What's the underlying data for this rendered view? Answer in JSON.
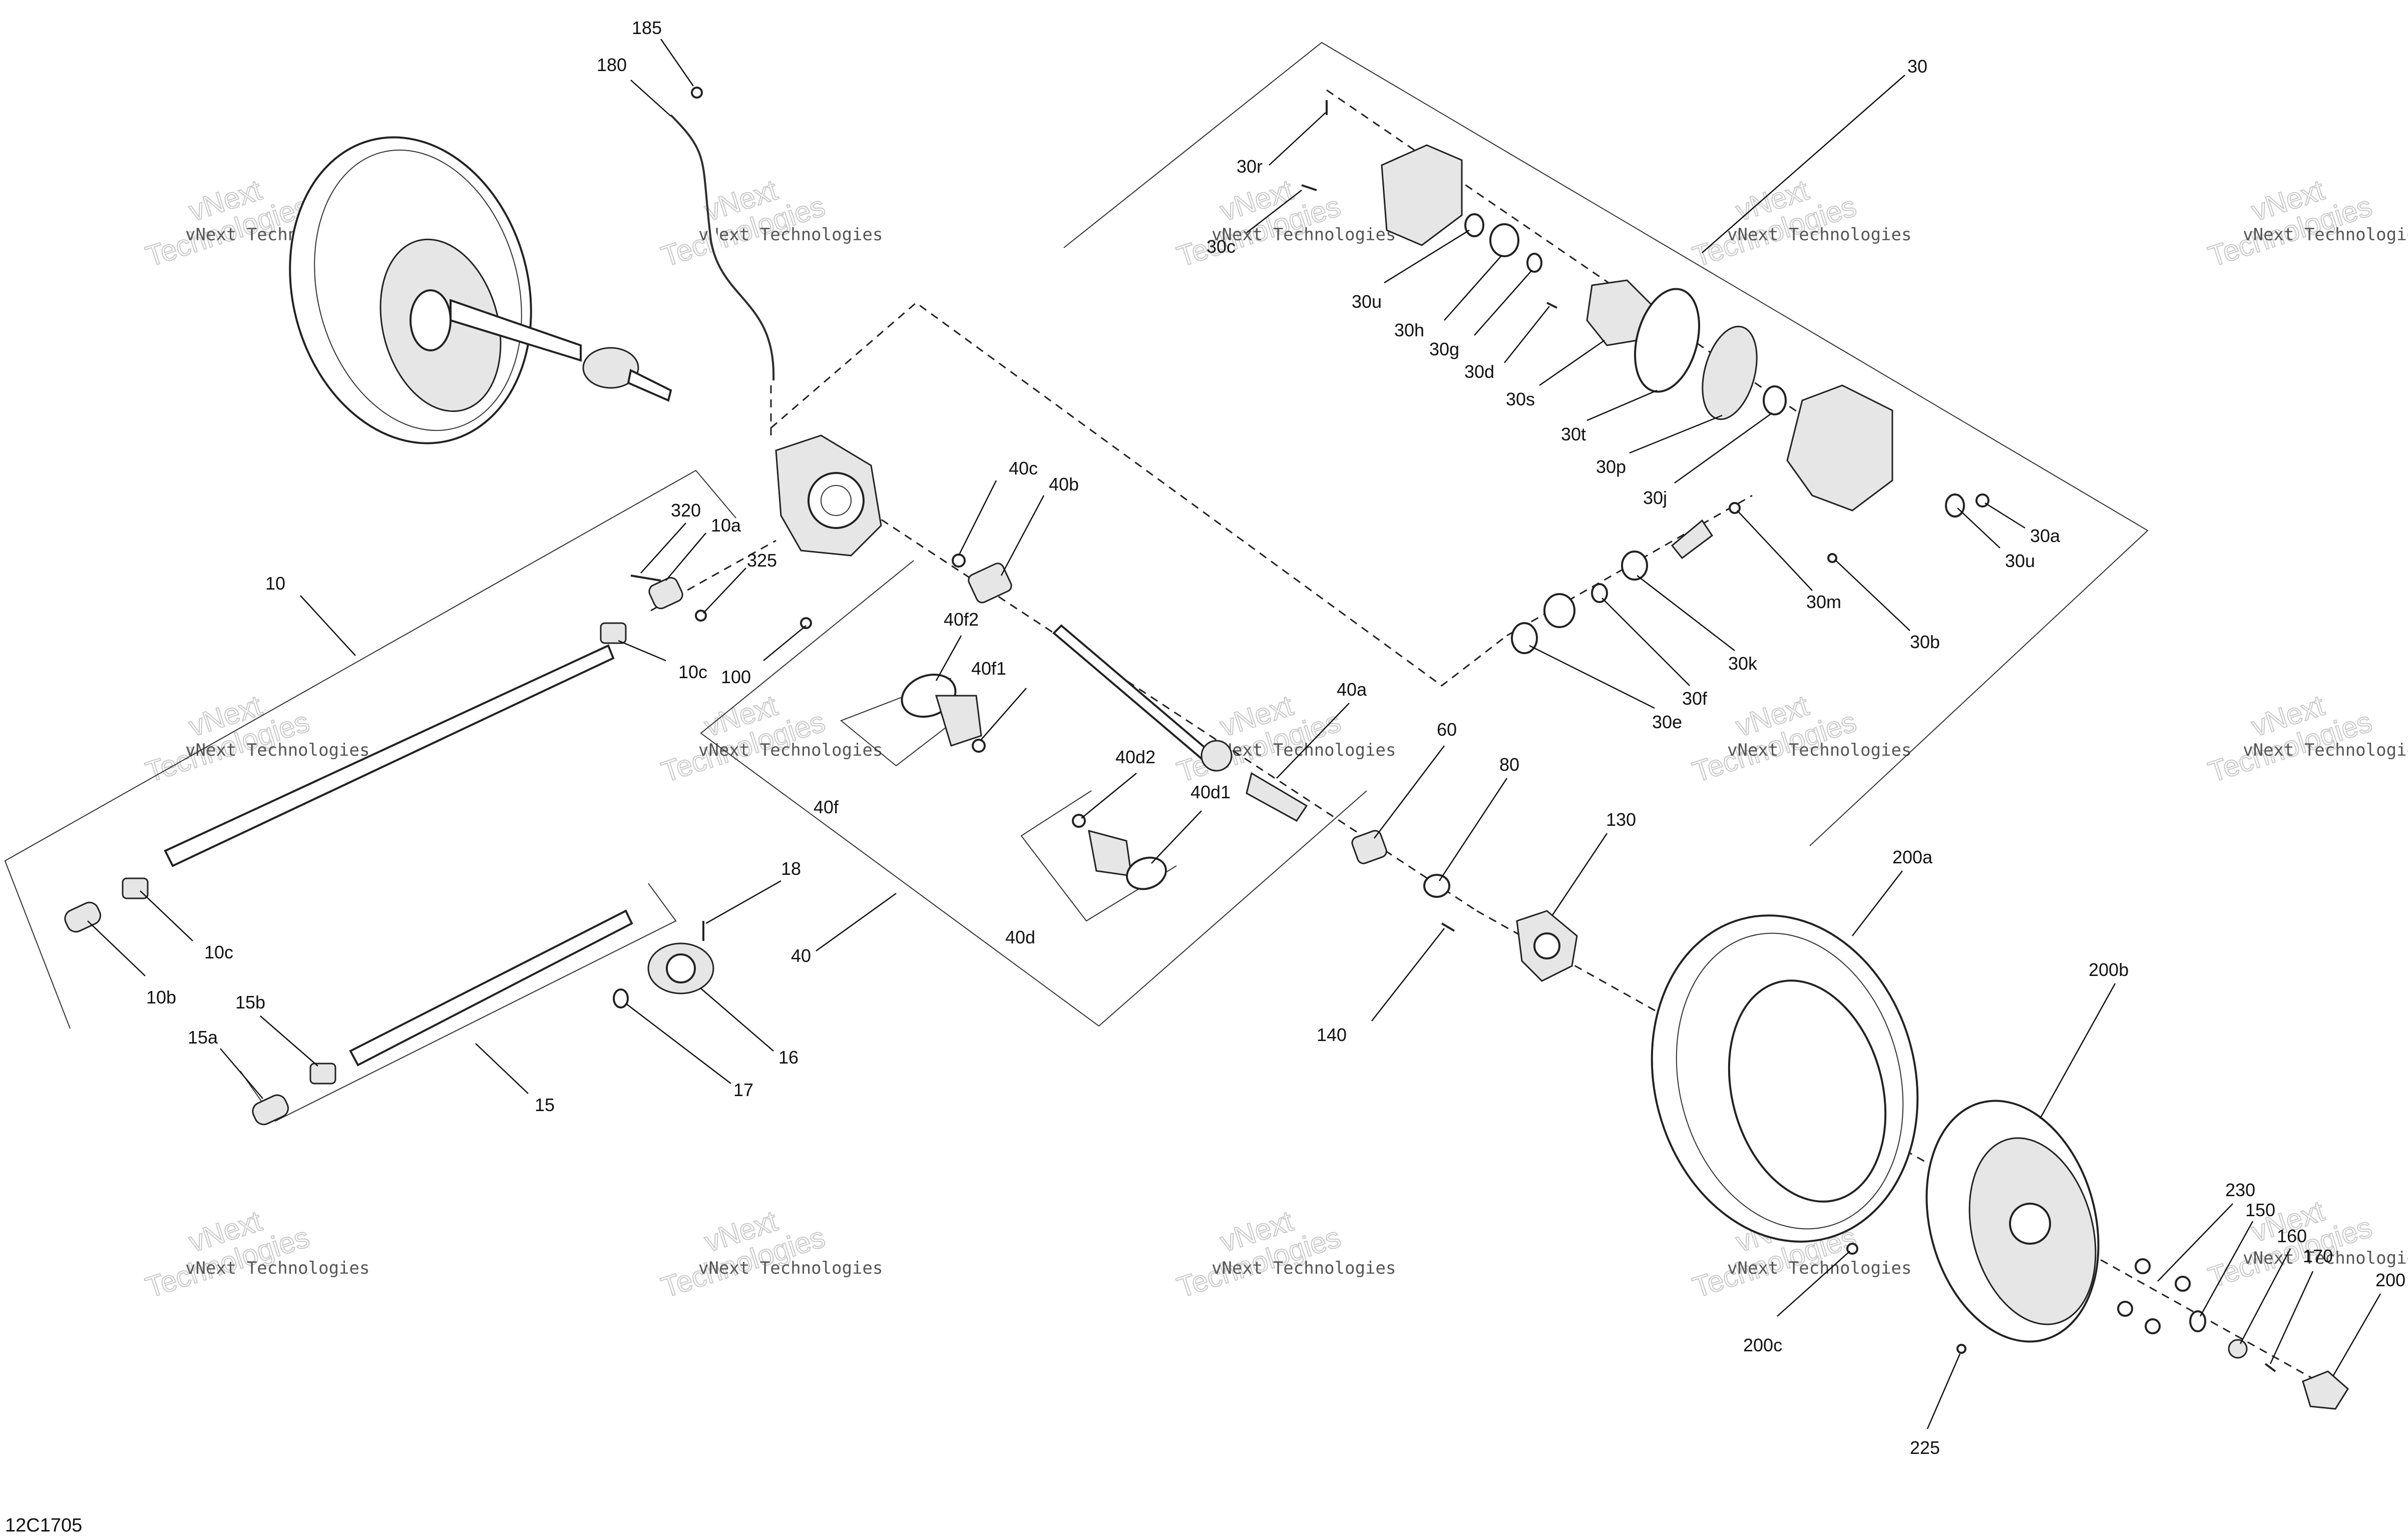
{
  "diagram_code": "12C1705",
  "watermark": {
    "line1": "vNext",
    "line2": "Technologies",
    "full": "vNext Technologies"
  },
  "callouts": {
    "c185": "185",
    "c180": "180",
    "c30": "30",
    "c30r": "30r",
    "c30c": "30c",
    "c30u_top": "30u",
    "c30h": "30h",
    "c30g": "30g",
    "c30d": "30d",
    "c30s": "30s",
    "c30t": "30t",
    "c30p": "30p",
    "c30j": "30j",
    "c30a": "30a",
    "c30u_bottom": "30u",
    "c30m": "30m",
    "c30b": "30b",
    "c30k": "30k",
    "c30f": "30f",
    "c30e": "30e",
    "c320": "320",
    "c10a": "10a",
    "c325": "325",
    "c10": "10",
    "c10c_top": "10c",
    "c100": "100",
    "c40c": "40c",
    "c40b": "40b",
    "c40f2": "40f2",
    "c40f1": "40f1",
    "c40f": "40f",
    "c40a": "40a",
    "c40d2": "40d2",
    "c40d1": "40d1",
    "c40d": "40d",
    "c60": "60",
    "c80": "80",
    "c130": "130",
    "c140": "140",
    "c40": "40",
    "c10b": "10b",
    "c10c_bottom": "10c",
    "c18": "18",
    "c16": "16",
    "c17": "17",
    "c15a": "15a",
    "c15b": "15b",
    "c15": "15",
    "c200a": "200a",
    "c200b": "200b",
    "c230": "230",
    "c150": "150",
    "c160": "160",
    "c170": "170",
    "c200": "200",
    "c200c": "200c",
    "c225": "225"
  },
  "icons": [
    "tire-icon",
    "wheel-rim-icon",
    "differential-housing-icon",
    "drive-shaft-icon",
    "bearing-ring-icon",
    "wheel-hub-icon",
    "cv-boot-icon",
    "brake-line-icon"
  ]
}
